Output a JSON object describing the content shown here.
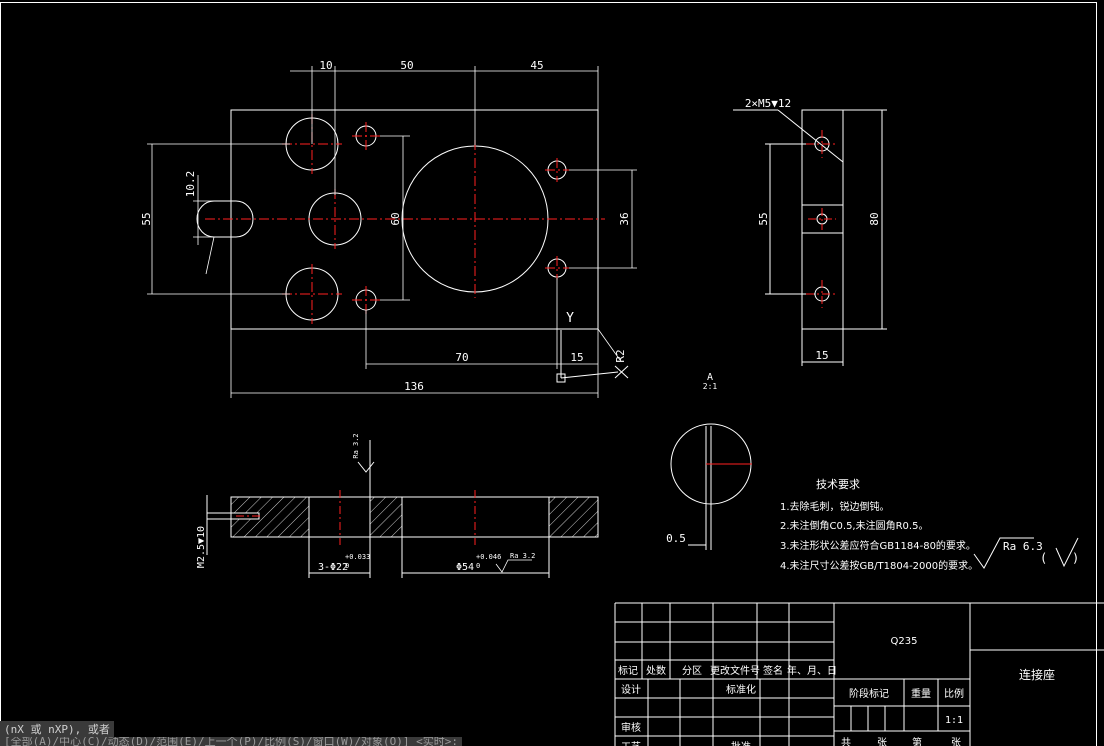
{
  "dims": {
    "top_10": "10",
    "top_50": "50",
    "top_45": "45",
    "left_55": "55",
    "left_10_2": "10.2",
    "mid_60": "60",
    "right_36": "36",
    "bottom_70": "70",
    "bottom_15": "15",
    "bottom_136": "136",
    "r2": "R2",
    "side_thread": "2×M5▼12",
    "side_55": "55",
    "side_80": "80",
    "side_15": "15",
    "sec_depth": "M2.5▼10",
    "sec_hole": "3-Φ22",
    "sec_hole_tol": "+0.033",
    "sec_hole_tol0": "0",
    "sec_bore": "Φ54",
    "sec_bore_tol": "+0.046",
    "sec_bore_tol0": "0",
    "ra32a": "Ra 3.2",
    "ra32b": "Ra 3.2",
    "detail_label": "A",
    "detail_scale": "2:1",
    "detail_05": "0.5",
    "ucs_y": "Y"
  },
  "tech": {
    "title": "技术要求",
    "items": [
      "1.去除毛刺，锐边倒钝。",
      "2.未注倒角C0.5,未注圆角R0.5。",
      "3.未注形状公差应符合GB1184-80的要求。",
      "4.未注尺寸公差按GB/T1804-2000的要求。"
    ],
    "ra": "Ra 6.3",
    "paren_open": "(",
    "paren_close": ")"
  },
  "title_block": {
    "material": "Q235",
    "part_name": "连接座",
    "headers": [
      "标记",
      "处数",
      "分区",
      "更改文件号",
      "签名",
      "年、月、日"
    ],
    "design": "设计",
    "standard": "标准化",
    "review": "审核",
    "process": "工艺",
    "approve": "批准",
    "stage": "阶段标记",
    "weight": "重量",
    "scale_label": "比例",
    "scale": "1:1",
    "sheets": [
      "共",
      "张",
      "第",
      "张"
    ]
  },
  "command": {
    "line1": "(nX 或 nXP), 或者",
    "line2": "[全部(A)/中心(C)/动态(D)/范围(E)/上一个(P)/比例(S)/窗口(W)/对象(O)] <实时>:"
  }
}
